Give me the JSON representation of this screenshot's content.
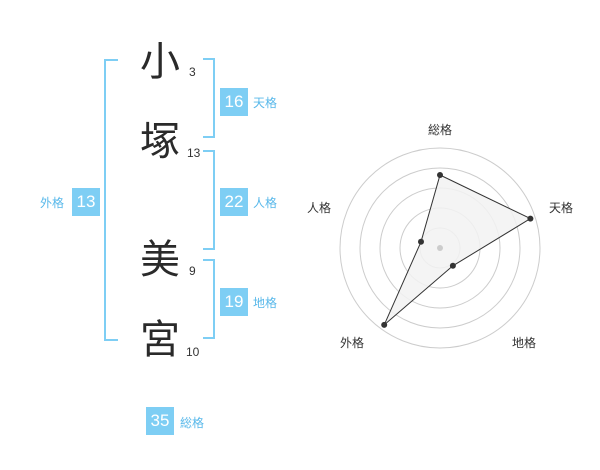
{
  "name": {
    "characters": [
      {
        "char": "小",
        "strokes": "3"
      },
      {
        "char": "塚",
        "strokes": "13"
      },
      {
        "char": "美",
        "strokes": "9"
      },
      {
        "char": "宮",
        "strokes": "10"
      }
    ]
  },
  "scores": {
    "tenkaku": {
      "label": "天格",
      "value": "16"
    },
    "jinkaku": {
      "label": "人格",
      "value": "22"
    },
    "chikaku": {
      "label": "地格",
      "value": "19"
    },
    "gaikaku": {
      "label": "外格",
      "value": "13"
    },
    "soukaku": {
      "label": "総格",
      "value": "35"
    }
  },
  "colors": {
    "accent": "#7ecef4",
    "accent_text": "#58b8ea",
    "radar_fill": "#f2f2f2"
  },
  "radar": {
    "axes": [
      "総格",
      "天格",
      "地格",
      "外格",
      "人格"
    ],
    "levels": [
      0.73,
      0.95,
      0.22,
      0.95,
      0.2
    ]
  }
}
